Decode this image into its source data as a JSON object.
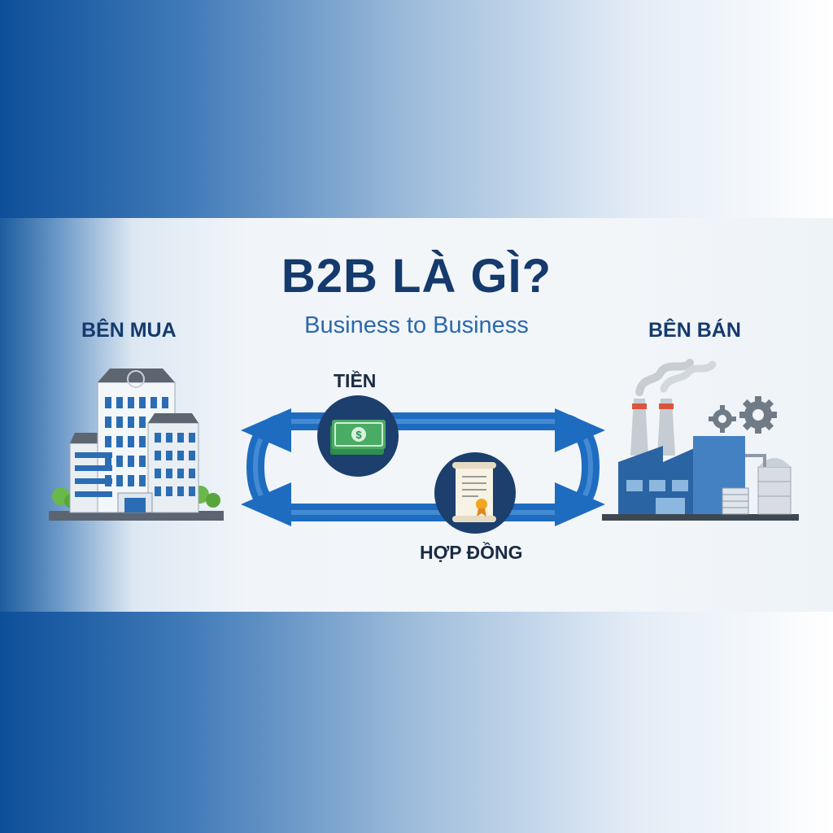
{
  "heading": {
    "title": "B2B LÀ GÌ?",
    "subtitle": "Business to Business"
  },
  "parties": {
    "buyer": "BÊN MUA",
    "seller": "BÊN BÁN"
  },
  "flows": {
    "money": "TIỀN",
    "contract": "HỢP ĐỒNG"
  },
  "colors": {
    "navy": "#153a6d",
    "accent_blue": "#2a69ad",
    "arrow_blue": "#1e6cc0"
  }
}
